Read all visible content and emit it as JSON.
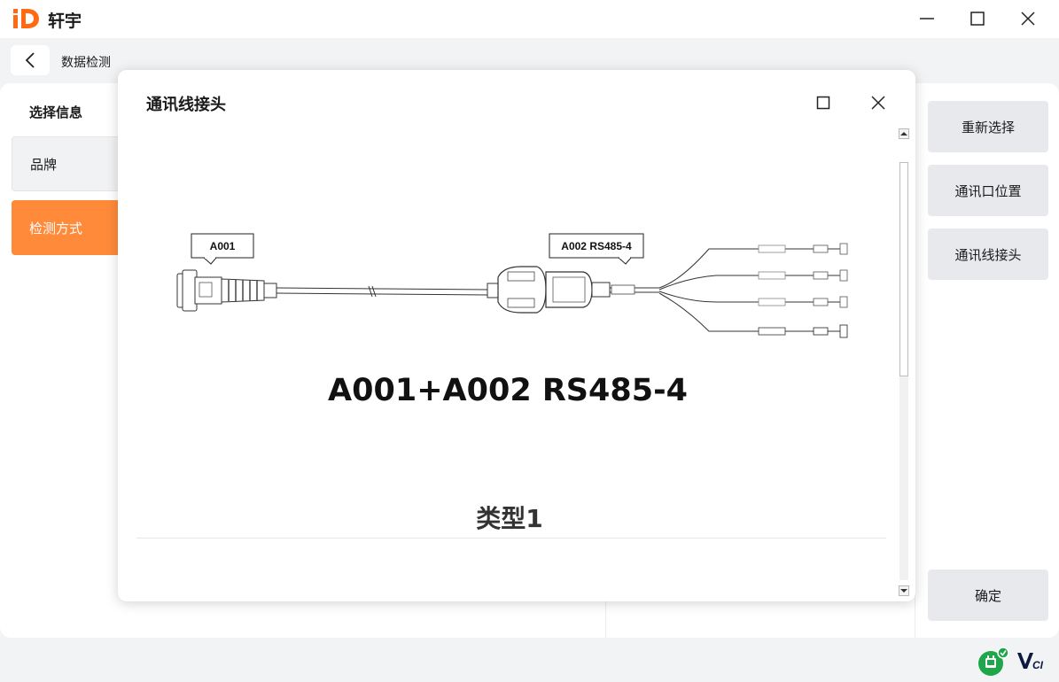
{
  "app": {
    "name": "轩宇"
  },
  "header": {
    "page_title": "数据检测"
  },
  "left_panel": {
    "section_title": "选择信息",
    "items": [
      {
        "label": "品牌",
        "active": false
      },
      {
        "label": "检测方式",
        "active": true
      }
    ]
  },
  "right_panel": {
    "buttons": [
      "重新选择",
      "通讯口位置",
      "通讯线接头"
    ],
    "confirm": "确定"
  },
  "modal": {
    "title": "通讯线接头",
    "callout_a": "A001",
    "callout_b": "A002 RS485-4",
    "cable_caption": "A001+A002 RS485-4",
    "type_label": "类型1"
  },
  "status": {
    "vci_logo_text": "VCI",
    "vci_connected": true
  },
  "colors": {
    "accent": "#ff8a3a",
    "logo_orange": "#ff6a13",
    "status_green": "#1fa54a"
  }
}
